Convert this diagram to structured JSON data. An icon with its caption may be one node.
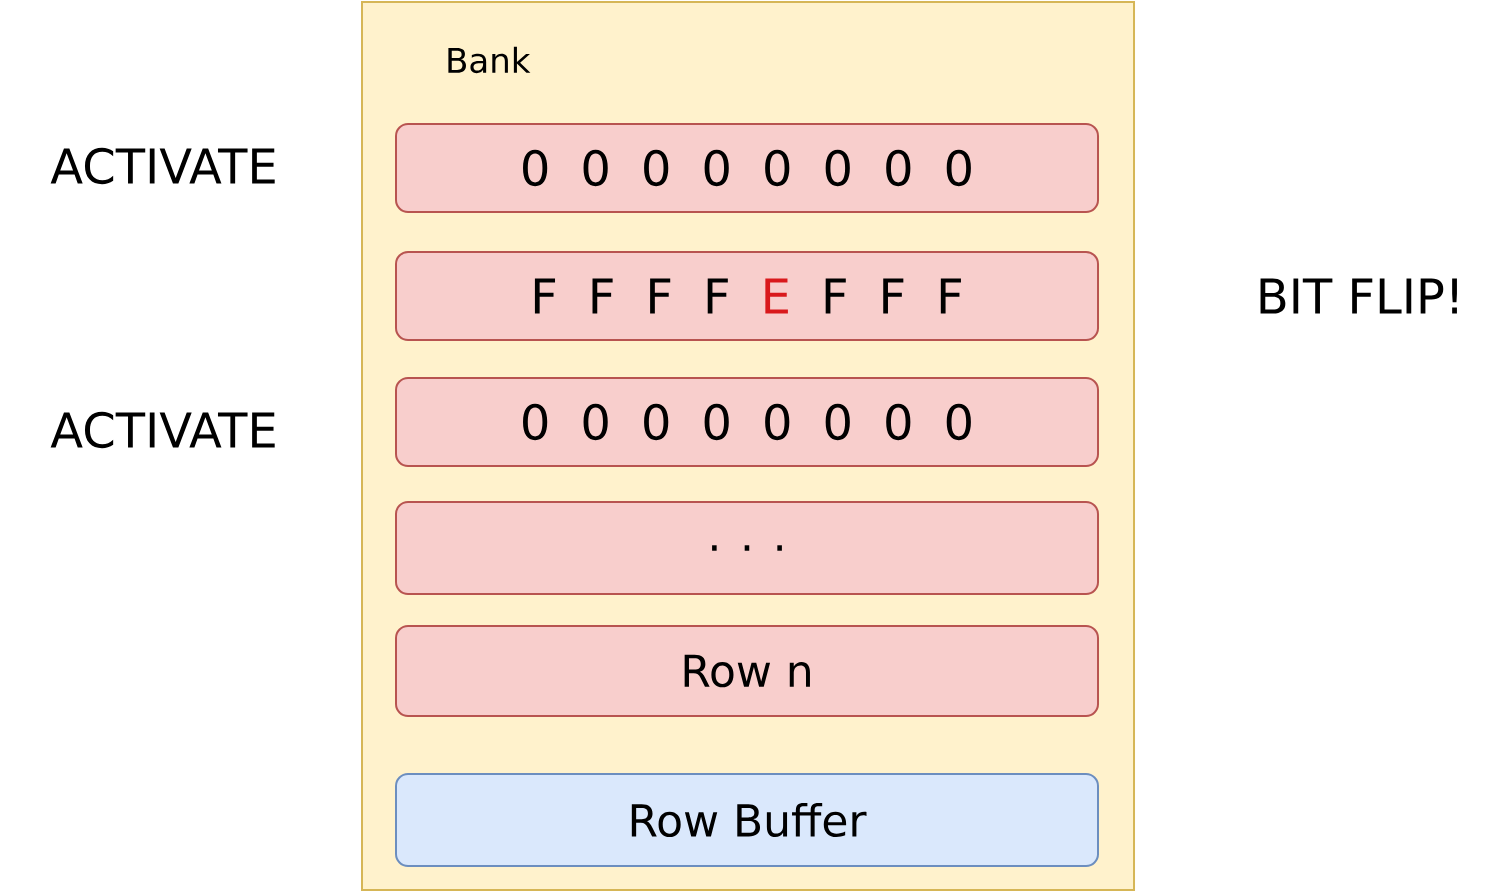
{
  "diagram": {
    "nodes": [
      {
        "text": [
          "Bank"
        ]
      },
      {
        "text": [
          "0 0 0 0 0 0 0 0"
        ],
        "in": 0,
        "beside": [
          "ACTIVATE"
        ]
      },
      {
        "text": [
          "F F F F",
          "E",
          "F F F"
        ],
        "in": 0,
        "beside": [
          "BIT FLIP!"
        ]
      },
      {
        "text": [
          "0 0 0 0 0 0 0 0"
        ],
        "in": 0,
        "beside": [
          "ACTIVATE"
        ]
      },
      {
        "text": [
          ". . ."
        ],
        "in": 0
      },
      {
        "text": [
          "Row n"
        ],
        "in": 0
      },
      {
        "text": [
          "Row Buffer"
        ],
        "in": 0
      }
    ]
  }
}
